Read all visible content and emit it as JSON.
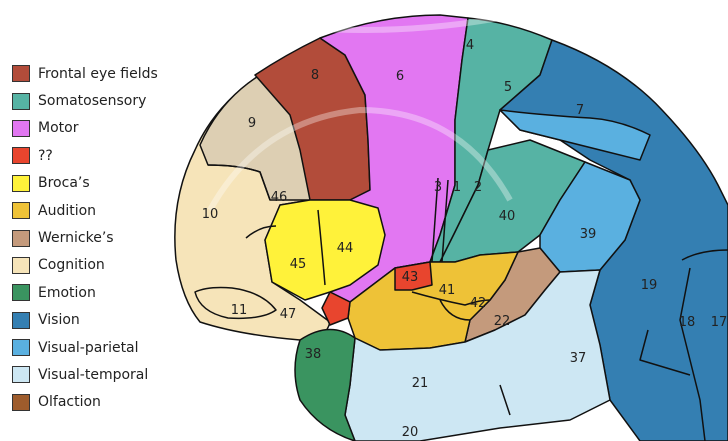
{
  "legend": [
    {
      "label": "Frontal eye fields",
      "color": "#b24c3a"
    },
    {
      "label": "Somatosensory",
      "color": "#56b3a4"
    },
    {
      "label": "Motor",
      "color": "#e277f2"
    },
    {
      "label": "??",
      "color": "#e8452e"
    },
    {
      "label": "Broca’s",
      "color": "#fff23a"
    },
    {
      "label": "Audition",
      "color": "#eec237"
    },
    {
      "label": "Wernicke’s",
      "color": "#c49a7c"
    },
    {
      "label": "Cognition",
      "color": "#f6e4b9"
    },
    {
      "label": "Emotion",
      "color": "#3a9460"
    },
    {
      "label": "Vision",
      "color": "#347fb2"
    },
    {
      "label": "Visual-parietal",
      "color": "#5ab0e0"
    },
    {
      "label": "Visual-temporal",
      "color": "#cde7f3"
    },
    {
      "label": "Olfaction",
      "color": "#9e5c2c"
    }
  ],
  "areas": [
    "4",
    "5",
    "6",
    "7",
    "8",
    "9",
    "10",
    "11",
    "17",
    "18",
    "19",
    "20",
    "21",
    "22",
    "37",
    "38",
    "39",
    "40",
    "41",
    "42",
    "43",
    "44",
    "45",
    "46",
    "47",
    "3",
    "1",
    "2"
  ]
}
